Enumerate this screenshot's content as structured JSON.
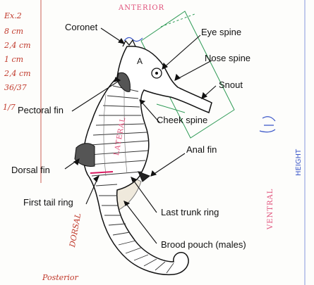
{
  "labels": {
    "coronet": "Coronet",
    "eye_spine": "Eye spine",
    "nose_spine": "Nose spine",
    "snout": "Snout",
    "pectoral_fin": "Pectoral fin",
    "cheek_spine": "Cheek spine",
    "anal_fin": "Anal fin",
    "dorsal_fin": "Dorsal fin",
    "first_tail_ring": "First tail ring",
    "last_trunk_ring": "Last trunk ring",
    "brood_pouch": "Brood pouch (males)"
  },
  "handwritten": {
    "margin_numbers": [
      "Ex.2",
      "8 cm",
      "2,4 cm",
      "1 cm",
      "2,4 cm",
      "36/37",
      "1/7"
    ],
    "anterior": "ANTERIOR",
    "lateral": "LATERAL",
    "dorsal": "DORSAL",
    "ventral": "VENTRAL",
    "height": "HEIGHT",
    "head_letter": "A",
    "bottom_note": "Posterior"
  },
  "colors": {
    "line": "#111111",
    "handwriting_red": "#c0392b",
    "handwriting_pink": "#e0507a",
    "handwriting_blue": "#3a56c8",
    "handwriting_green": "#2e9a55",
    "fin_fill": "#555555",
    "pouch_fill": "#efe9dc",
    "tail_ring_marker": "#d81b60"
  }
}
